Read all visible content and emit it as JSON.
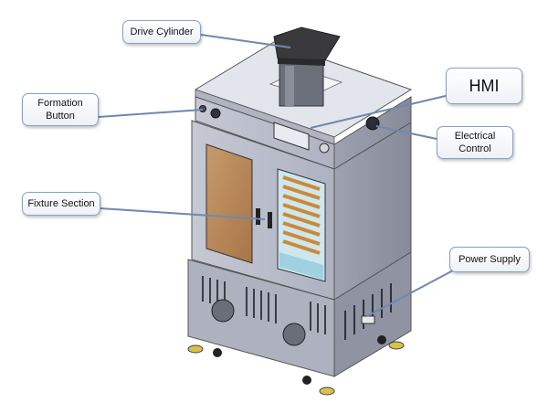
{
  "labels": {
    "drive_cylinder": "Drive Cylinder",
    "formation_button": "Formation\nButton",
    "hmi": "HMI",
    "electrical_control": "Electrical\nControl",
    "fixture_section": "Fixture Section",
    "power_supply": "Power Supply"
  },
  "colors": {
    "cabinet": "#b9bcc8",
    "cabinet_dark": "#8d91a0",
    "window": "#b5855a",
    "cylinder": "#4a4a4a",
    "callout_border": "#8aa0c0"
  }
}
